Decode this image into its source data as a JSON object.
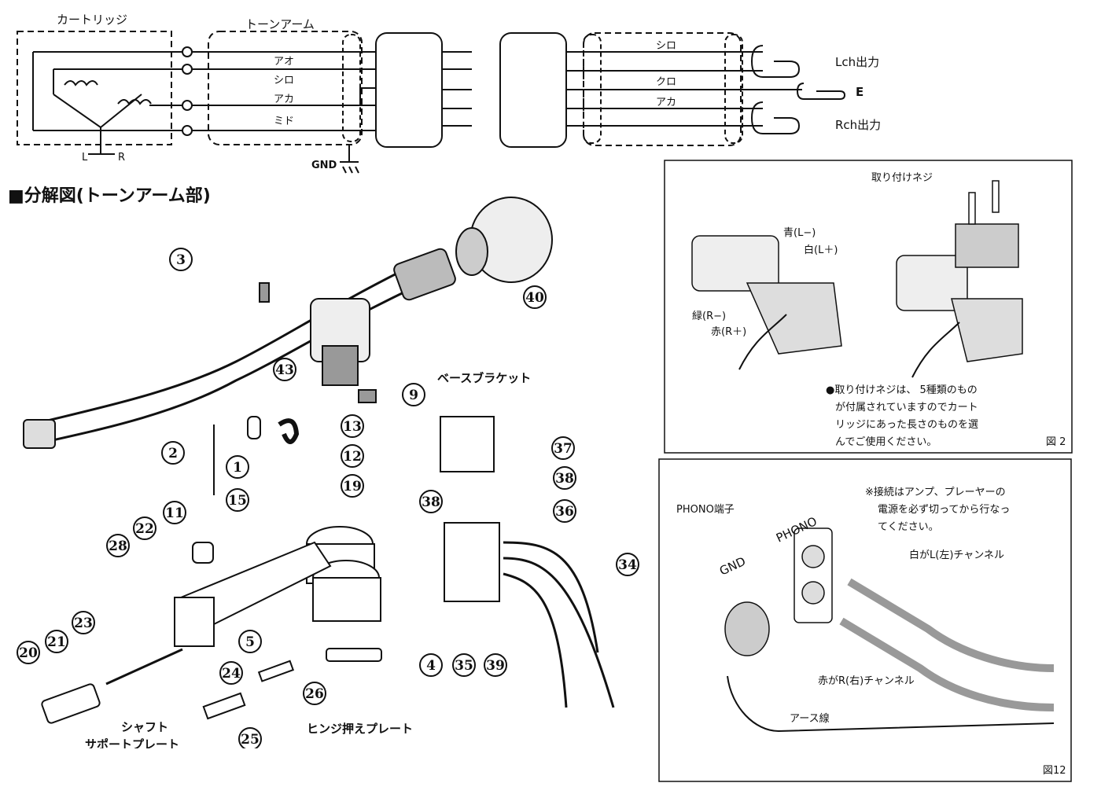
{
  "wiring": {
    "cartridge": "カートリッジ",
    "tonearm": "トーンアーム",
    "wire_colors_arm": [
      "アオ",
      "シロ",
      "アカ",
      "ミド"
    ],
    "wire_colors_out": [
      "シロ",
      "クロ",
      "アカ"
    ],
    "l_out": "Lch出力",
    "e": "E",
    "r_out": "Rch出力",
    "gnd": "GND",
    "l": "L",
    "r": "R"
  },
  "title": "■分解図(トーンアーム部)",
  "exploded": {
    "callouts": [
      "3",
      "40",
      "43",
      "9",
      "2",
      "1",
      "13",
      "12",
      "15",
      "19",
      "11",
      "22",
      "28",
      "23",
      "5",
      "4",
      "21",
      "20",
      "24",
      "26",
      "25",
      "37",
      "38",
      "38",
      "36",
      "34",
      "35",
      "39"
    ],
    "base_bracket": "ベースブラケット",
    "shaft_support": "シャフト",
    "shaft_support2": "サポートプレート",
    "hinge_plate": "ヒンジ押えプレート"
  },
  "fig2": {
    "screw": "取り付けネジ",
    "blue": "青(L−)",
    "white": "白(L＋)",
    "green": "緑(R−)",
    "red": "赤(R＋)",
    "note": [
      "●取り付けネジは、 5種類のもの",
      "が付属されていますのでカート",
      "リッジにあった長さのものを選",
      "んでご使用ください。"
    ],
    "label": "図 2"
  },
  "fig12": {
    "note": [
      "※接続はアンプ、プレーヤーの",
      "電源を必ず切ってから行なっ",
      "てください。"
    ],
    "phono_terminal": "PHONO端子",
    "phono": "PHONO",
    "gnd": "GND",
    "white": "白がL(左)チャンネル",
    "red": "赤がR(右)チャンネル",
    "ground": "アース線",
    "label": "図12"
  }
}
